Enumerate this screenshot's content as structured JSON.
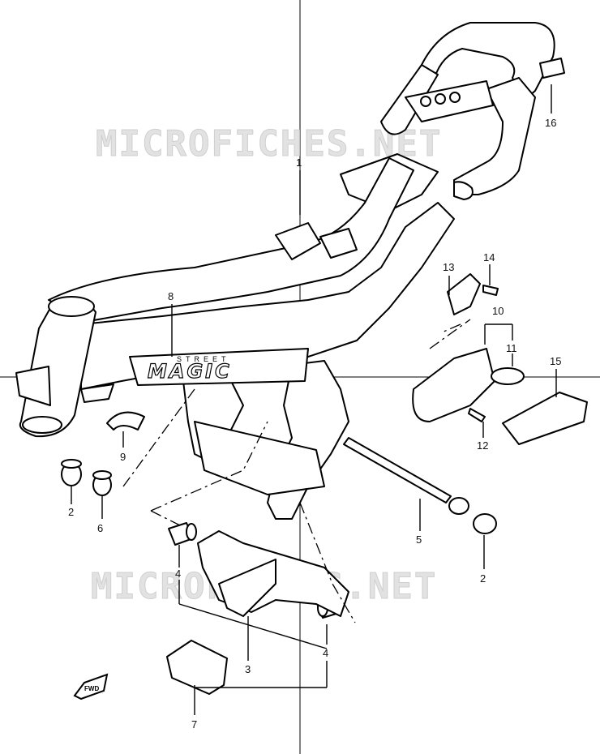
{
  "watermark": {
    "text": "MICROFICHES.NET"
  },
  "badge": {
    "text": "FWD"
  },
  "emblem": {
    "small_text": "STREET",
    "large_text": "MAGIC"
  },
  "callouts": {
    "c1": "1",
    "c2a": "2",
    "c2b": "2",
    "c3": "3",
    "c4a": "4",
    "c4b": "4",
    "c5": "5",
    "c6": "6",
    "c7": "7",
    "c8": "8",
    "c9": "9",
    "c10": "10",
    "c11": "11",
    "c12": "12",
    "c13": "13",
    "c14": "14",
    "c15": "15",
    "c16": "16"
  }
}
